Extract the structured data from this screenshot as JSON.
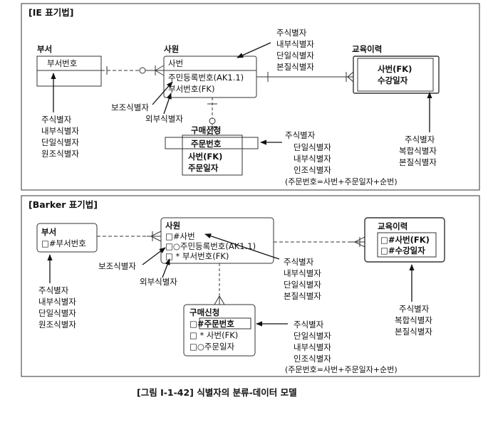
{
  "ie": {
    "title": "[IE 표기법]",
    "dept": {
      "name": "부서",
      "key": "부서번호"
    },
    "emp": {
      "name": "사원",
      "key": "사번",
      "attrs": [
        "주민등록번호(AK1.1)",
        "부서번호(FK)"
      ]
    },
    "edu": {
      "name": "교육이력",
      "keys": [
        "사번(FK)",
        "수강일자"
      ]
    },
    "order": {
      "name": "구매신청",
      "key": "주문번호",
      "attrs": [
        "사번(FK)",
        "주문일자"
      ]
    },
    "note_dept": [
      "주식별자",
      "내부식별자",
      "단일식별자",
      "원조식별자"
    ],
    "note_emp": [
      "주식별자",
      "내부식별자",
      "단일식별자",
      "본질식별자"
    ],
    "note_edu": [
      "주식별자",
      "복합식별자",
      "본질식별자"
    ],
    "note_order": [
      "주식별자",
      "단일식별자",
      "내부식별자",
      "인조식별자",
      "(주문번호=사번+주문일자+순번)"
    ],
    "label_aux": "보조식별자",
    "label_foreign": "외부식별자"
  },
  "barker": {
    "title": "[Barker 표기법]",
    "dept": {
      "name": "부서",
      "key": "□#부서번호"
    },
    "emp": {
      "name": "사원",
      "attrs": [
        "□#사번",
        "□○주민등록번호(AK1.1)",
        "□ * 부서번호(FK)"
      ]
    },
    "edu": {
      "name": "교육이력",
      "attrs": [
        "□#사번(FK)",
        "□#수강일자"
      ]
    },
    "order": {
      "name": "구매신청",
      "attrs": [
        "□#주문번호",
        "□ * 사번(FK)",
        "□○주문일자"
      ]
    },
    "note_dept": [
      "주식별자",
      "내부식별자",
      "단일식별자",
      "원조식별자"
    ],
    "note_emp": [
      "주식별자",
      "내부식별자",
      "단일식별자",
      "본질식별자"
    ],
    "note_edu": [
      "주식별자",
      "복합식별자",
      "본질식별자"
    ],
    "note_order": [
      "주식별자",
      "단일식별자",
      "내부식별자",
      "인조식별자",
      "(주문번호=사번+주문일자+순번)"
    ],
    "label_aux": "보조식별자",
    "label_foreign": "외부식별자"
  },
  "caption": "[그림 Ⅰ-1-42] 식별자의 분류-데이터 모델"
}
